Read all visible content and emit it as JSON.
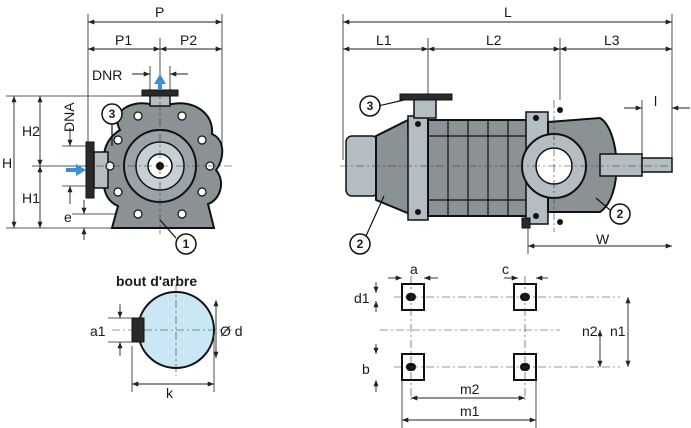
{
  "labels": {
    "P": "P",
    "P1": "P1",
    "P2": "P2",
    "DNR": "DNR",
    "DNA": "DNA",
    "H": "H",
    "H1": "H1",
    "H2": "H2",
    "e": "e",
    "L": "L",
    "L1": "L1",
    "L2": "L2",
    "L3": "L3",
    "l": "l",
    "W": "W",
    "a": "a",
    "b": "b",
    "c": "c",
    "d1": "d1",
    "n1": "n1",
    "n2": "n2",
    "m1": "m1",
    "m2": "m2",
    "shaft_title": "bout d'arbre",
    "a1": "a1",
    "d": "Ø d",
    "k": "k"
  },
  "callouts": {
    "one": "1",
    "two_a": "2",
    "two_b": "2",
    "three_a": "3",
    "three_b": "3"
  },
  "colors": {
    "arrow": "#3a8fd6",
    "metal": "#8a9296",
    "metal_light": "#b3bdc2"
  }
}
